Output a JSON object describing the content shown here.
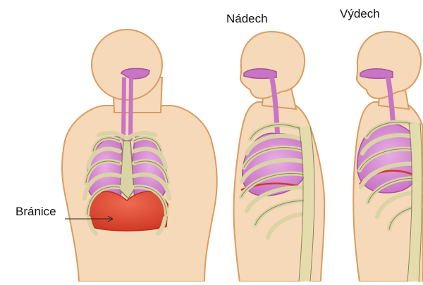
{
  "labels": {
    "inhale": "Nádech",
    "exhale": "Výdech",
    "diaphragm": "Bránice"
  },
  "colors": {
    "skin": "#f5d9b8",
    "skin_edge": "#d99c62",
    "lung": "#d98fd6",
    "lung_edge": "#a8509f",
    "airway": "#c775c4",
    "bone": "#d9d3a6",
    "bone_edge": "#8c8358",
    "diaphragm": "#e8553f",
    "diaphragm_edge": "#b82e1e",
    "spine": "#e3dcad"
  }
}
